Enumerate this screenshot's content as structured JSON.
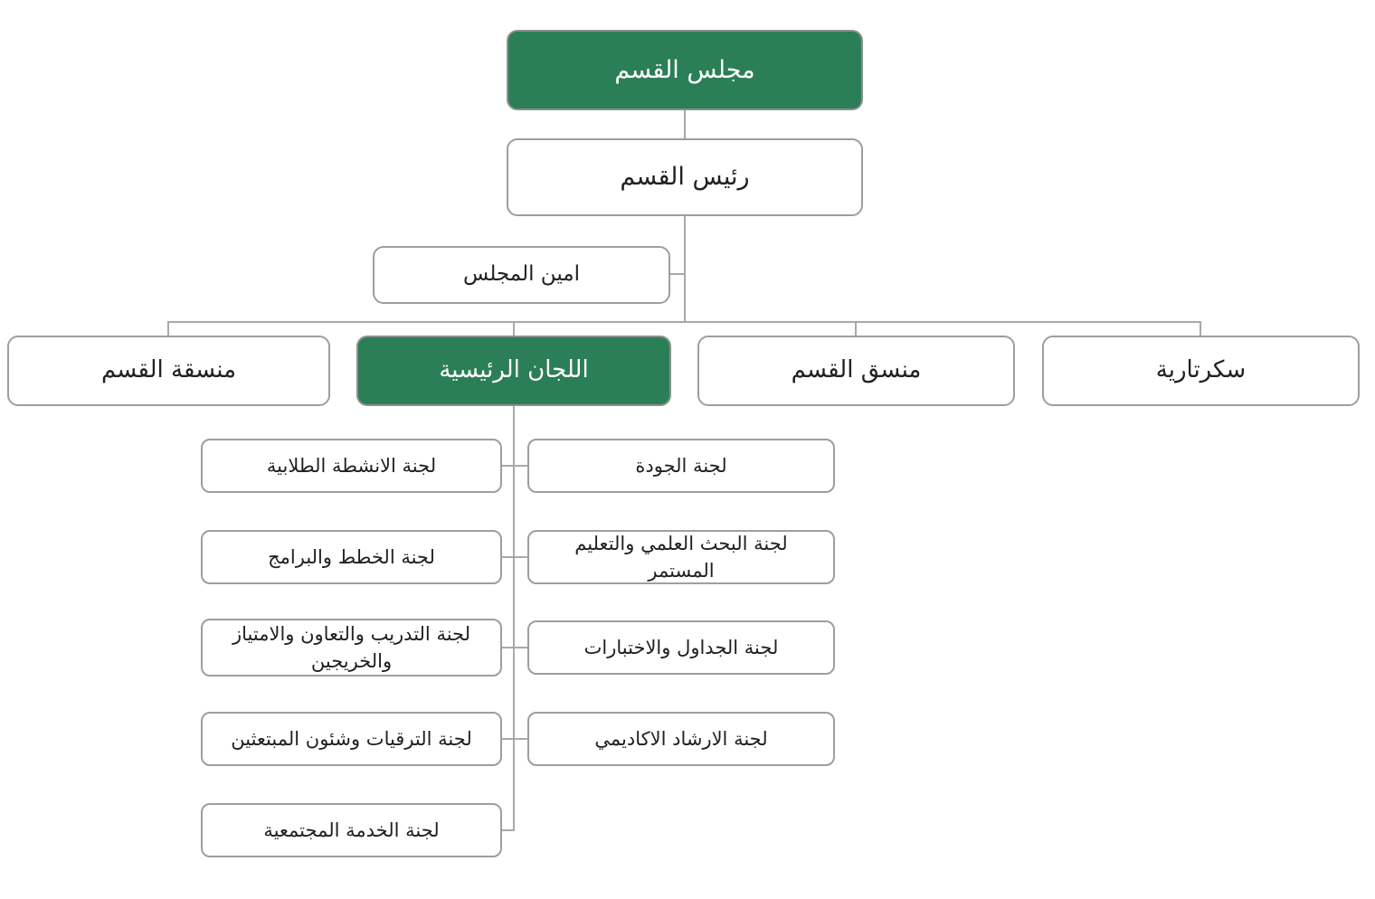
{
  "diagram_type": "org_chart",
  "colors": {
    "node_green": "#2b7f57",
    "node_border": "#9e9e9e",
    "connector": "#a9a9a9",
    "text_dark": "#212121",
    "text_light": "#ffffff",
    "bg": "#ffffff"
  },
  "org": {
    "root": {
      "label": "مجلس القسم"
    },
    "head": {
      "label": "رئيس القسم"
    },
    "secretary": {
      "label": "امين المجلس"
    },
    "branches": [
      {
        "label": "منسقة القسم"
      },
      {
        "label": "اللجان الرئيسية"
      },
      {
        "label": "منسق القسم"
      },
      {
        "label": "سكرتارية"
      }
    ],
    "committees_left": [
      {
        "label": "لجنة الانشطة الطلابية"
      },
      {
        "label": "لجنة الخطط والبرامج"
      },
      {
        "label": "لجنة التدريب والتعاون والامتياز والخريجين"
      },
      {
        "label": "لجنة الترقيات وشئون المبتعثين"
      },
      {
        "label": "لجنة الخدمة المجتمعية"
      }
    ],
    "committees_right": [
      {
        "label": "لجنة الجودة"
      },
      {
        "label": "لجنة البحث العلمي والتعليم المستمر"
      },
      {
        "label": "لجنة الجداول والاختبارات"
      },
      {
        "label": "لجنة الارشاد الاكاديمي"
      }
    ]
  }
}
